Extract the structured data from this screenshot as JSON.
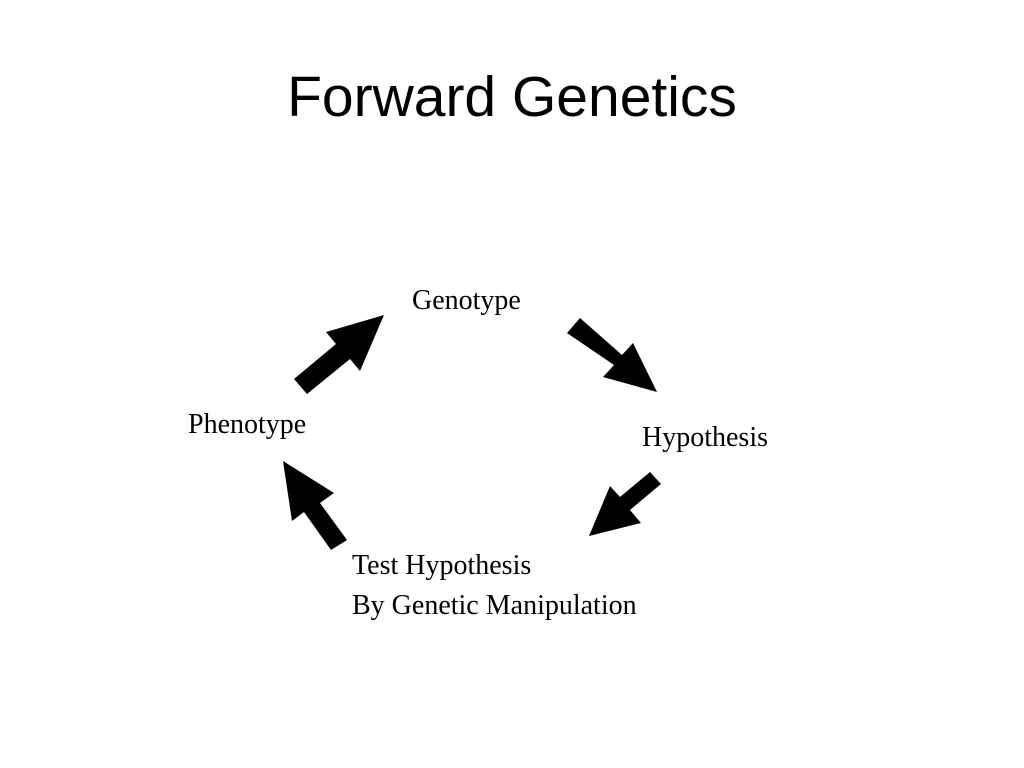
{
  "slide": {
    "title": "Forward Genetics"
  },
  "cycle": {
    "genotype": "Genotype",
    "hypothesis": "Hypothesis",
    "test_line1": "Test Hypothesis",
    "test_line2": "By Genetic Manipulation",
    "phenotype": "Phenotype"
  },
  "colors": {
    "background": "#ffffff",
    "text": "#000000",
    "arrow": "#000000"
  }
}
